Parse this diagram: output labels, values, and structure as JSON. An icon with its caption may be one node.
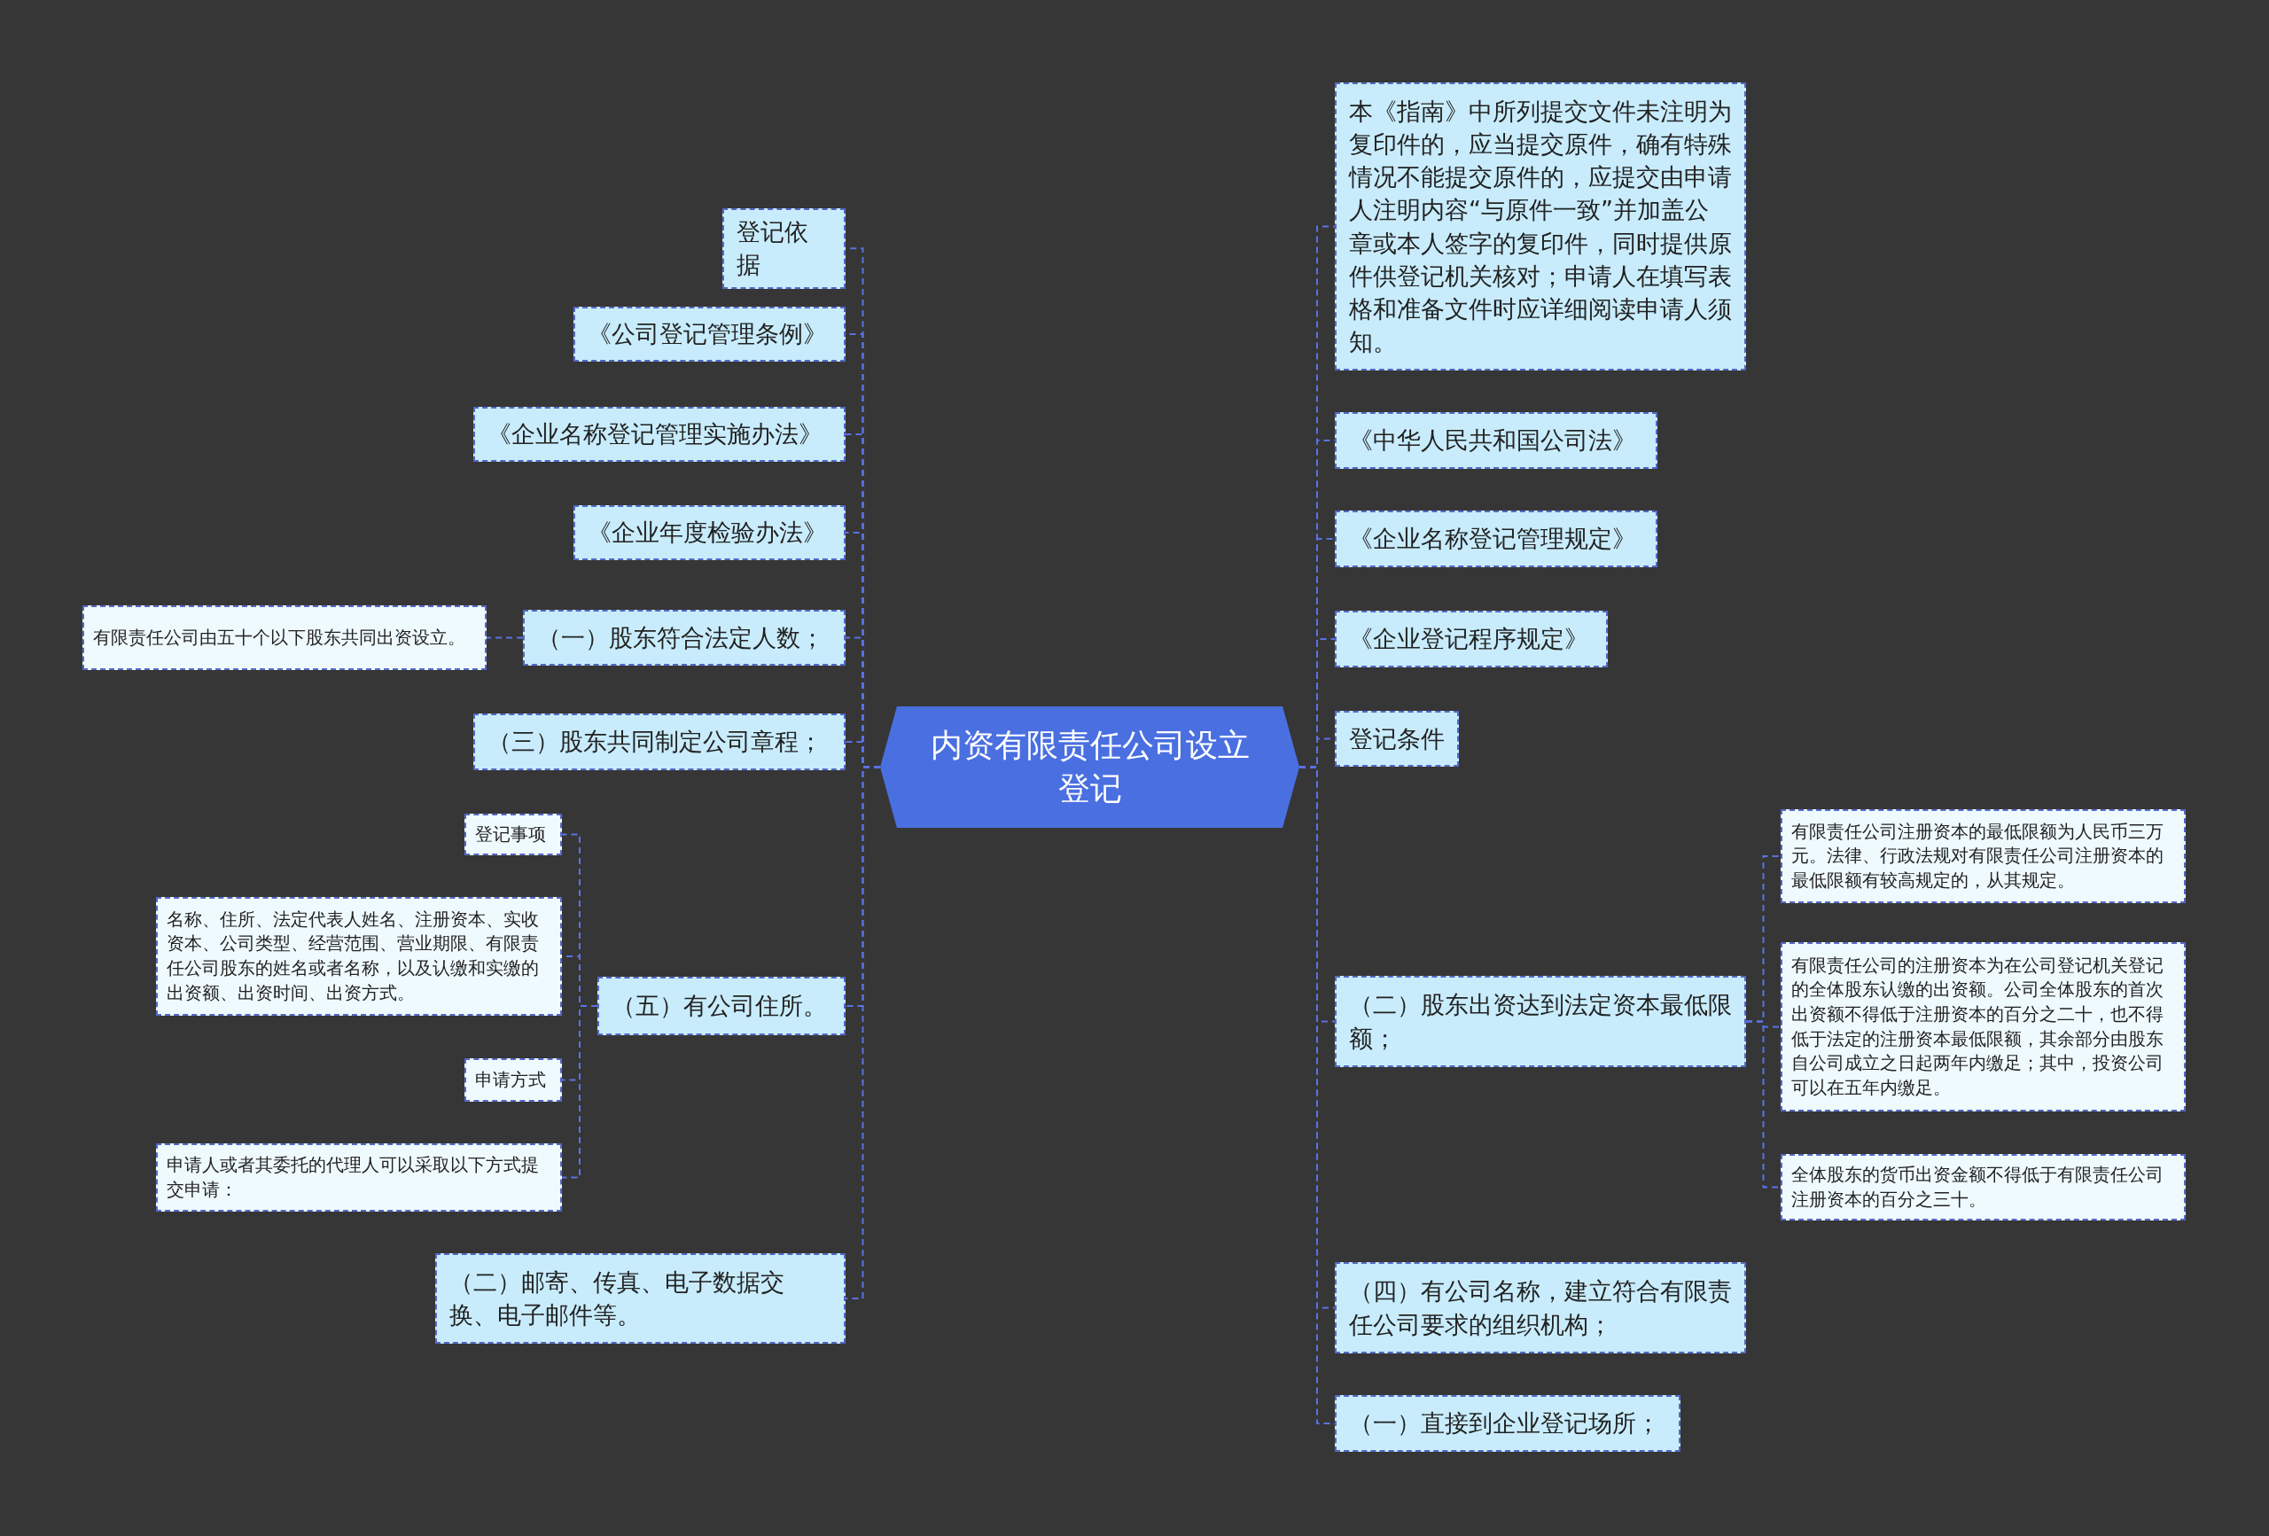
{
  "diagram": {
    "nodes": [
      {
        "text": [
          "内资有限责任公司设立登记"
        ]
      },
      {
        "text": [
          "登记依据"
        ]
      },
      {
        "text": [
          "《公司登记管理条例》"
        ]
      },
      {
        "text": [
          "《企业名称登记管理实施办法》"
        ]
      },
      {
        "text": [
          "《企业年度检验办法》"
        ]
      },
      {
        "text": [
          "（一）股东符合法定人数；"
        ]
      },
      {
        "text": [
          "有限责任公司由五十个以下股东共同出资设立。"
        ]
      },
      {
        "text": [
          "（三）股东共同制定公司章程；"
        ]
      },
      {
        "text": [
          "（五）有公司住所。"
        ]
      },
      {
        "text": [
          "登记事项"
        ]
      },
      {
        "text": [
          "名称、住所、法定代表人姓名、注册资本、实收资本、公司类型、经营范围、营业期限、有限责任公司股东的姓名或者名称，以及认缴和实缴的出资额、出资时间、出资方式。"
        ]
      },
      {
        "text": [
          "申请方式"
        ]
      },
      {
        "text": [
          "申请人或者其委托的代理人可以采取以下方式提交申请："
        ]
      },
      {
        "text": [
          "（二）邮寄、传真、电子数据交换、电子邮件等。"
        ]
      },
      {
        "text": [
          "本《指南》中所列提交文件未注明为复印件的，应当提交原件，确有特殊情况不能提交原件的，应提交由申请人注明内容“与原件一致”并加盖公章或本人签字的复印件，同时提供原件供登记机关核对；申请人在填写表格和准备文件时应详细阅读申请人须知。"
        ]
      },
      {
        "text": [
          "《中华人民共和国公司法》"
        ]
      },
      {
        "text": [
          "《企业名称登记管理规定》"
        ]
      },
      {
        "text": [
          "《企业登记程序规定》"
        ]
      },
      {
        "text": [
          "登记条件"
        ]
      },
      {
        "text": [
          "（二）股东出资达到法定资本最低限额；"
        ]
      },
      {
        "text": [
          "有限责任公司注册资本的最低限额为人民币三万元。法律、行政法规对有限责任公司注册资本的最低限额有较高规定的，从其规定。"
        ]
      },
      {
        "text": [
          "有限责任公司的注册资本为在公司登记机关登记的全体股东认缴的出资额。公司全体股东的首次出资额不得低于注册资本的百分之二十，也不得低于法定的注册资本最低限额，其余部分由股东自公司成立之日起两年内缴足；其中，投资公司可以在五年内缴足。"
        ]
      },
      {
        "text": [
          "全体股东的货币出资金额不得低于有限责任公司注册资本的百分之三十。"
        ]
      },
      {
        "text": [
          "（四）有公司名称，建立符合有限责任公司要求的组织机构；"
        ]
      },
      {
        "text": [
          "（一）直接到企业登记场所；"
        ]
      }
    ],
    "edges": [
      {
        "from": 0,
        "to": 1,
        "arrow": "none",
        "style": "dashed"
      },
      {
        "from": 0,
        "to": 2,
        "arrow": "none",
        "style": "dashed"
      },
      {
        "from": 0,
        "to": 3,
        "arrow": "none",
        "style": "dashed"
      },
      {
        "from": 0,
        "to": 4,
        "arrow": "none",
        "style": "dashed"
      },
      {
        "from": 0,
        "to": 5,
        "arrow": "none",
        "style": "dashed"
      },
      {
        "from": 5,
        "to": 6,
        "arrow": "none",
        "style": "dashed"
      },
      {
        "from": 0,
        "to": 7,
        "arrow": "none",
        "style": "dashed"
      },
      {
        "from": 0,
        "to": 8,
        "arrow": "none",
        "style": "dashed"
      },
      {
        "from": 8,
        "to": 9,
        "arrow": "none",
        "style": "dashed"
      },
      {
        "from": 8,
        "to": 10,
        "arrow": "none",
        "style": "dashed"
      },
      {
        "from": 8,
        "to": 11,
        "arrow": "none",
        "style": "dashed"
      },
      {
        "from": 8,
        "to": 12,
        "arrow": "none",
        "style": "dashed"
      },
      {
        "from": 0,
        "to": 13,
        "arrow": "none",
        "style": "dashed"
      },
      {
        "from": 0,
        "to": 14,
        "arrow": "none",
        "style": "dashed"
      },
      {
        "from": 0,
        "to": 15,
        "arrow": "none",
        "style": "dashed"
      },
      {
        "from": 0,
        "to": 16,
        "arrow": "none",
        "style": "dashed"
      },
      {
        "from": 0,
        "to": 17,
        "arrow": "none",
        "style": "dashed"
      },
      {
        "from": 0,
        "to": 18,
        "arrow": "none",
        "style": "dashed"
      },
      {
        "from": 0,
        "to": 19,
        "arrow": "none",
        "style": "dashed"
      },
      {
        "from": 19,
        "to": 20,
        "arrow": "none",
        "style": "dashed"
      },
      {
        "from": 19,
        "to": 21,
        "arrow": "none",
        "style": "dashed"
      },
      {
        "from": 19,
        "to": 22,
        "arrow": "none",
        "style": "dashed"
      },
      {
        "from": 0,
        "to": 23,
        "arrow": "none",
        "style": "dashed"
      },
      {
        "from": 0,
        "to": 24,
        "arrow": "none",
        "style": "dashed"
      }
    ]
  }
}
